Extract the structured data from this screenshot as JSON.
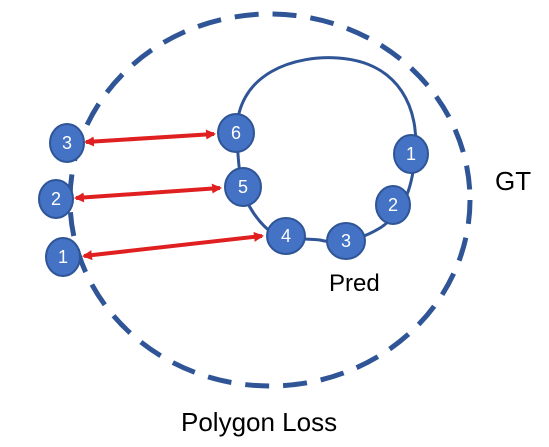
{
  "labels": {
    "gt": "GT",
    "pred": "Pred",
    "caption": "Polygon Loss"
  },
  "gt_points": [
    "3",
    "2",
    "1"
  ],
  "pred_points": [
    "1",
    "2",
    "3",
    "4",
    "5",
    "6"
  ],
  "colors": {
    "node_fill": "#4472C4",
    "node_stroke": "#2F5597",
    "gt_circle": "#2F5597",
    "pred_circle": "#2F5597",
    "arrow": "#E02020"
  }
}
